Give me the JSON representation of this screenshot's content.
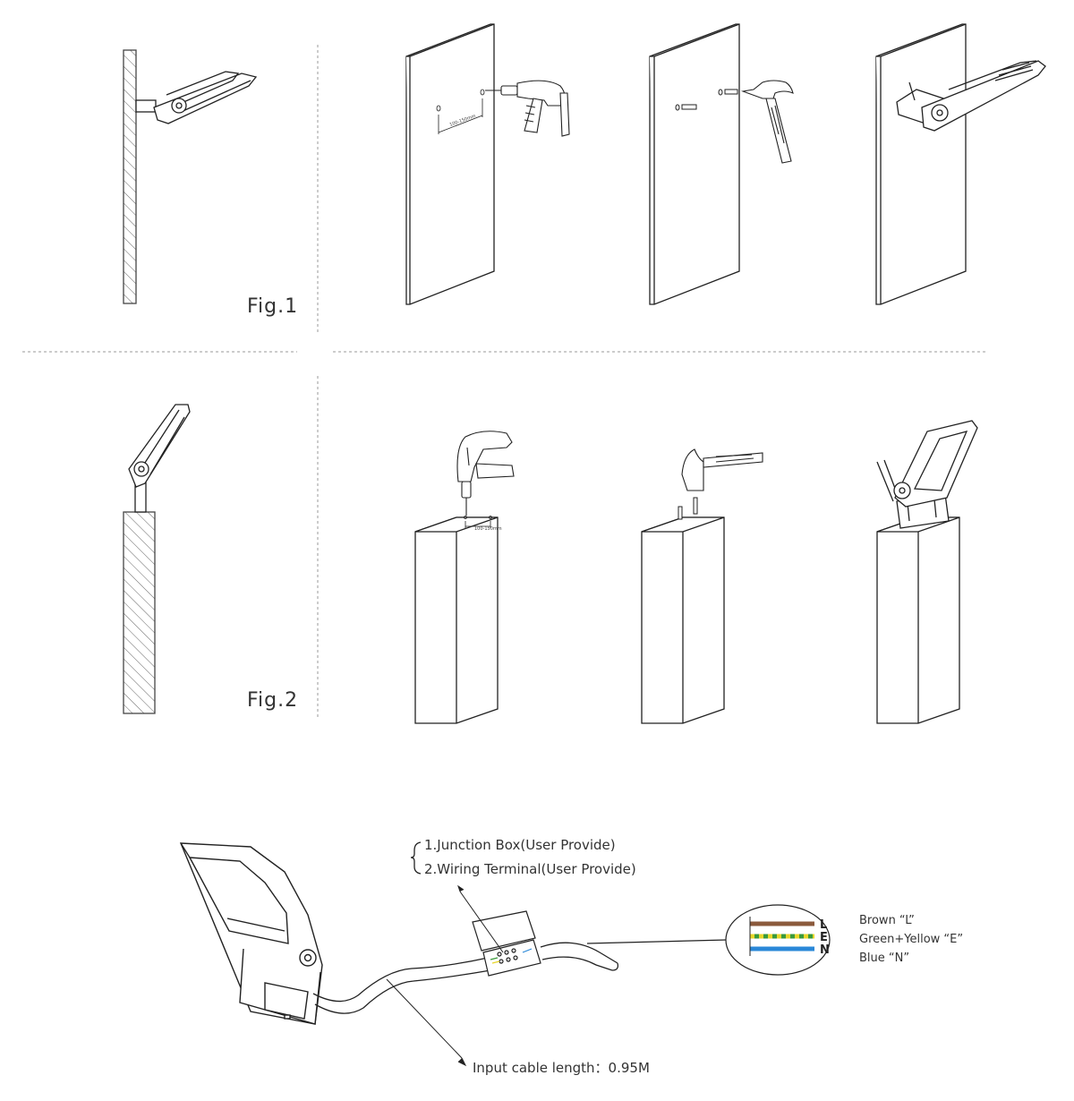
{
  "figures": {
    "fig1_label": "Fig.1",
    "fig2_label": "Fig.2"
  },
  "dimensions": {
    "wall_spacing": "100-150mm",
    "post_spacing": "100-150mm"
  },
  "wiring": {
    "junction_items": [
      "1.Junction Box(User Provide)",
      "2.Wiring Terminal(User Provide)"
    ],
    "cable_letters": [
      "L",
      "E",
      "N"
    ],
    "wires": [
      {
        "label": "Brown   “L”",
        "color": "#8b5a3c"
      },
      {
        "label": "Green+Yellow   “E”",
        "color": "#3a9a3a"
      },
      {
        "label": "Blue   “N”",
        "color": "#2a88d8"
      }
    ],
    "yellow_stripe_color": "#e8d62a",
    "cable_length_label": "Input cable length：0.95M"
  }
}
